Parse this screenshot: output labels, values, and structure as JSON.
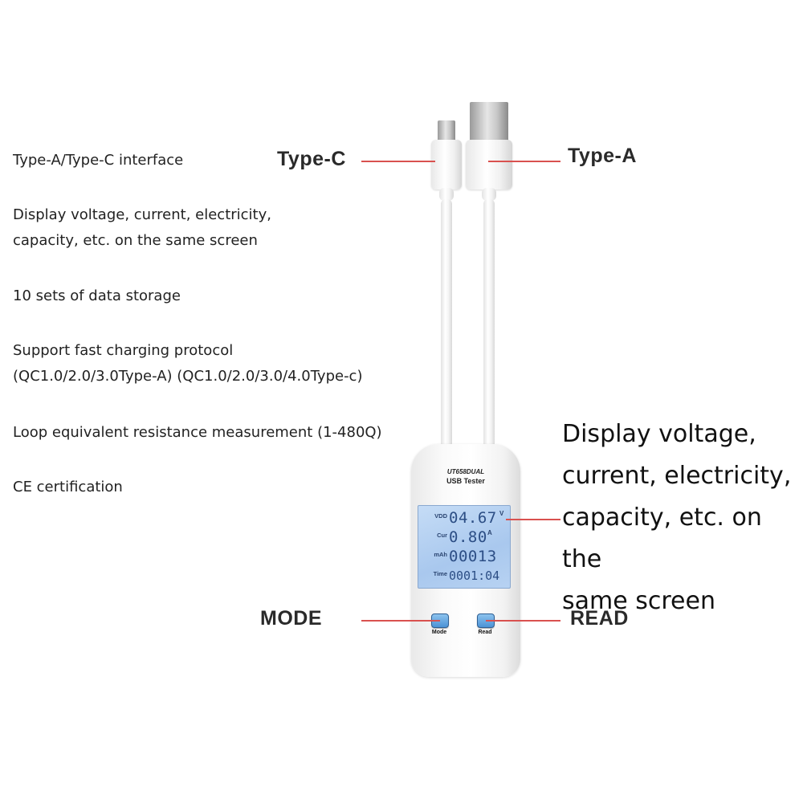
{
  "features": [
    {
      "lines": [
        "Type-A/Type-C interface"
      ]
    },
    {
      "lines": [
        "Display voltage, current, electricity,",
        "capacity, etc. on the same screen"
      ]
    },
    {
      "lines": [
        "10 sets of data storage"
      ]
    },
    {
      "lines": [
        "Support fast charging protocol",
        "(QC1.0/2.0/3.0Type-A) (QC1.0/2.0/3.0/4.0Type-c)"
      ]
    },
    {
      "lines": [
        "Loop equivalent resistance measurement (1-480Q)"
      ]
    },
    {
      "lines": [
        "CE certification"
      ]
    }
  ],
  "callouts": {
    "type_c": "Type-C",
    "type_a": "Type-A",
    "mode": "MODE",
    "read": "READ"
  },
  "display_description": {
    "lines": [
      "Display voltage,",
      "current, electricity,",
      "capacity, etc. on the",
      "same screen"
    ]
  },
  "device": {
    "model": "UT658DUAL",
    "name": "USB Tester",
    "lcd": [
      {
        "label": "VDD",
        "value": "04.67",
        "unit": "V"
      },
      {
        "label": "Cur",
        "value": "0.80",
        "unit": "A"
      },
      {
        "label": "mAh",
        "value": "00013",
        "unit": ""
      },
      {
        "label": "Time",
        "value": "0001:04",
        "unit": ""
      }
    ],
    "buttons": {
      "mode": "Mode",
      "read": "Read"
    }
  },
  "colors": {
    "leader_line": "#d9514f",
    "lcd_background": "#b7d2f2",
    "lcd_digits": "#2c4e85",
    "button_blue": "#4c93d6"
  }
}
